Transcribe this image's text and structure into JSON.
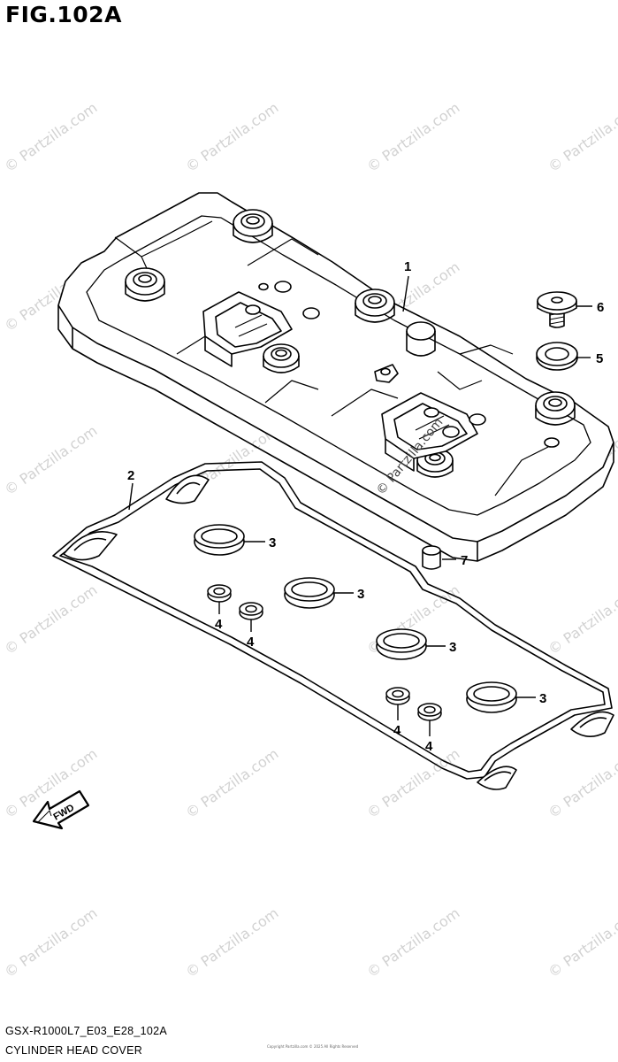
{
  "figure": {
    "title": "FIG.102A",
    "model_code": "GSX-R1000L7_E03_E28_102A",
    "name": "CYLINDER HEAD COVER",
    "fine_print": "Copyright Partzilla.com © 2025 All Rights Reserved"
  },
  "watermark": {
    "text": "© Partzilla.com"
  },
  "callouts": {
    "c1": "1",
    "c2": "2",
    "c3a": "3",
    "c3b": "3",
    "c3c": "3",
    "c3d": "3",
    "c4a": "4",
    "c4b": "4",
    "c4c": "4",
    "c4d": "4",
    "c5": "5",
    "c6": "6",
    "c7": "7"
  },
  "fwd_label": "FWD"
}
